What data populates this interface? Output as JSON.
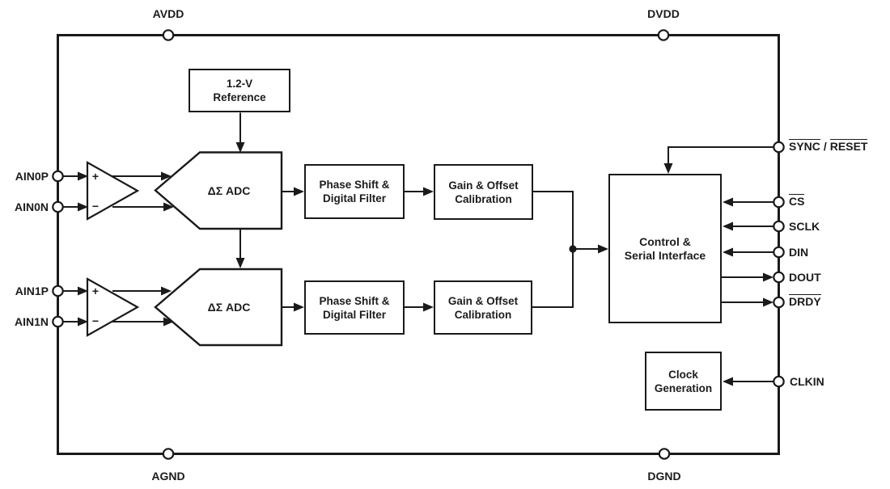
{
  "figure": {
    "background": "#ffffff",
    "line_color": "#1a1a1a",
    "blocks": {
      "reference": "1.2-V\nReference",
      "adc": "ΔΣ ADC",
      "phase_filter": "Phase Shift &\nDigital Filter",
      "gain_cal": "Gain & Offset\nCalibration",
      "control": "Control &\nSerial Interface",
      "clock_gen": "Clock\nGeneration"
    },
    "amp": {
      "plus": "+",
      "minus": "−"
    },
    "pins": {
      "top": {
        "avdd": "AVDD",
        "dvdd": "DVDD"
      },
      "bottom": {
        "agnd": "AGND",
        "dgnd": "DGND"
      },
      "left": {
        "ain0p": "AIN0P",
        "ain0n": "AIN0N",
        "ain1p": "AIN1P",
        "ain1n": "AIN1N"
      },
      "right": {
        "sync": "SYNC",
        "sync_sep": "/",
        "reset": "RESET",
        "cs": "CS",
        "sclk": "SCLK",
        "din": "DIN",
        "dout": "DOUT",
        "drdy": "DRDY",
        "clkin": "CLKIN"
      }
    }
  }
}
